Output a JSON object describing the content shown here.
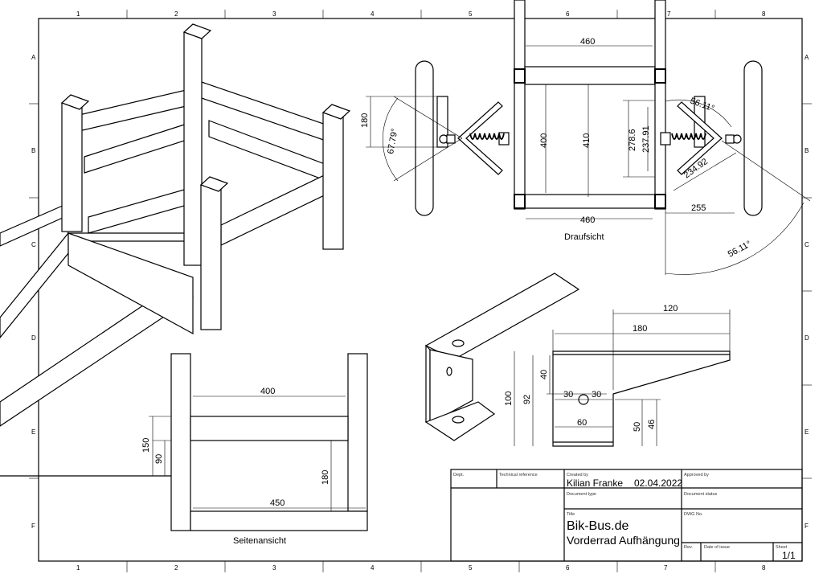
{
  "zones": {
    "columns": [
      "1",
      "2",
      "3",
      "4",
      "5",
      "6",
      "7",
      "8"
    ],
    "rows": [
      "A",
      "B",
      "C",
      "D",
      "E",
      "F"
    ]
  },
  "top_view": {
    "caption": "Draufsicht",
    "dims": {
      "top_width": "460",
      "bottom_width": "460",
      "inner_400": "400",
      "inner_410": "410",
      "d278": "278.6",
      "d237": "237.91",
      "d234": "234.92",
      "d255": "255",
      "d180": "180",
      "angle_left": "67.79°",
      "angle_right_top": "56.11°",
      "angle_right_bottom": "56.11°"
    }
  },
  "side_view": {
    "caption": "Seitenansicht",
    "dims": {
      "d400": "400",
      "d150": "150",
      "d90": "90",
      "d180": "180",
      "d450": "450"
    }
  },
  "bracket": {
    "dims": {
      "d120": "120",
      "d180": "180",
      "d100": "100",
      "d92": "92",
      "d40": "40",
      "d30a": "30",
      "d30b": "30",
      "d60": "60",
      "d50": "50",
      "d46": "46"
    }
  },
  "title_block": {
    "dept_label": "Dept.",
    "tech_ref_label": "Technical reference",
    "created_by_label": "Created by",
    "created_by": "Kilian Franke",
    "date": "02.04.2022",
    "approved_by_label": "Approved by",
    "document_type_label": "Document type",
    "document_status_label": "Document status",
    "title_label": "Title",
    "title_line1": "Bik-Bus.de",
    "title_line2": "Vorderrad Aufhängung",
    "dwg_no_label": "DWG No.",
    "rev_label": "Rev.",
    "date_of_issue_label": "Date of issue",
    "sheet_label": "Sheet",
    "sheet": "1/1"
  }
}
